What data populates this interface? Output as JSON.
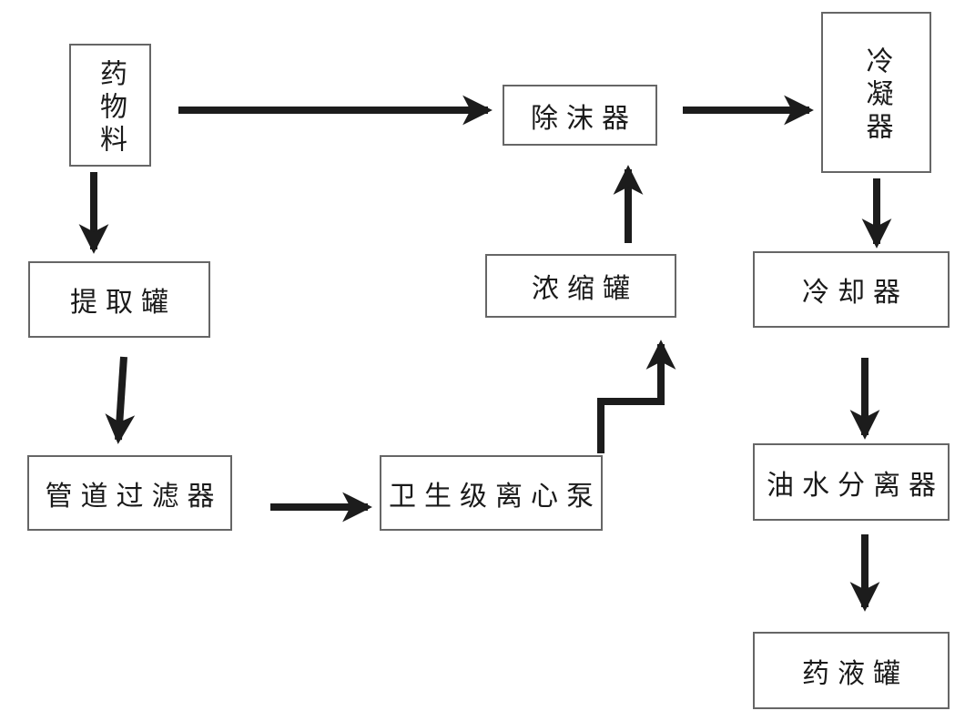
{
  "diagram": {
    "nodes": {
      "drug_material": {
        "label": "药物料",
        "orientation": "vertical"
      },
      "demister": {
        "label": "除沫器",
        "orientation": "horizontal"
      },
      "condenser": {
        "label": "冷凝器",
        "orientation": "vertical"
      },
      "extraction_tank": {
        "label": "提取罐",
        "orientation": "horizontal"
      },
      "concentration_tank": {
        "label": "浓缩罐",
        "orientation": "horizontal"
      },
      "cooler": {
        "label": "冷却器",
        "orientation": "horizontal"
      },
      "pipe_filter": {
        "label": "管道过滤器",
        "orientation": "horizontal"
      },
      "sanitary_pump": {
        "label": "卫生级离心泵",
        "orientation": "horizontal"
      },
      "oil_water_separator": {
        "label": "油水分离器",
        "orientation": "horizontal"
      },
      "liquid_medicine_tank": {
        "label": "药液罐",
        "orientation": "horizontal"
      }
    },
    "edges": [
      {
        "from": "drug_material",
        "to": "demister",
        "shape": "straight"
      },
      {
        "from": "drug_material",
        "to": "extraction_tank",
        "shape": "straight"
      },
      {
        "from": "extraction_tank",
        "to": "pipe_filter",
        "shape": "straight"
      },
      {
        "from": "pipe_filter",
        "to": "sanitary_pump",
        "shape": "straight"
      },
      {
        "from": "sanitary_pump",
        "to": "concentration_tank",
        "shape": "elbow"
      },
      {
        "from": "concentration_tank",
        "to": "demister",
        "shape": "straight"
      },
      {
        "from": "demister",
        "to": "condenser",
        "shape": "straight"
      },
      {
        "from": "condenser",
        "to": "cooler",
        "shape": "straight"
      },
      {
        "from": "cooler",
        "to": "oil_water_separator",
        "shape": "straight"
      },
      {
        "from": "oil_water_separator",
        "to": "liquid_medicine_tank",
        "shape": "straight"
      }
    ],
    "colors": {
      "background": "#ffffff",
      "box_border": "#666666",
      "arrow": "#1c1c1c",
      "text": "#1a1a1a"
    }
  }
}
